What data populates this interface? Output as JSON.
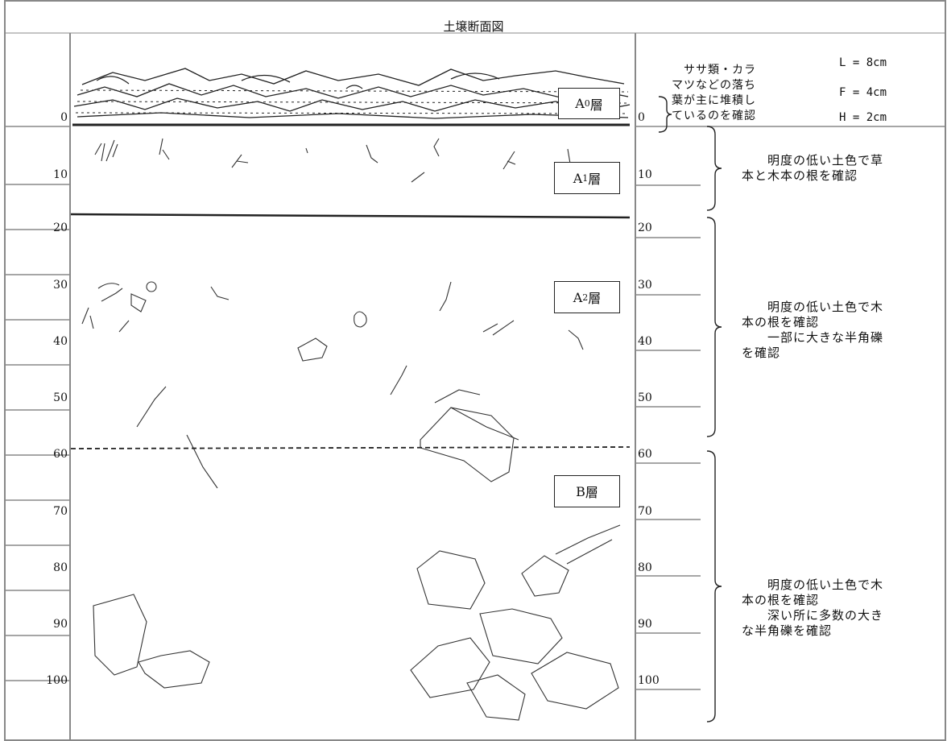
{
  "title": "土壌断面図",
  "layers": [
    {
      "id": "a0",
      "main": "A",
      "sub": "0",
      "suffix": "層"
    },
    {
      "id": "a1",
      "main": "A",
      "sub": "1",
      "suffix": "層"
    },
    {
      "id": "a2",
      "main": "A",
      "sub": "2",
      "suffix": "層"
    },
    {
      "id": "b",
      "main": "B",
      "sub": "",
      "suffix": "層"
    }
  ],
  "scale_left": [
    "0",
    "10",
    "20",
    "30",
    "40",
    "50",
    "60",
    "70",
    "80",
    "90",
    "100"
  ],
  "scale_right": [
    "0",
    "10",
    "20",
    "30",
    "40",
    "50",
    "60",
    "70",
    "80",
    "90",
    "100"
  ],
  "descriptions": {
    "a0": "　ササ類・カラ\nマツなどの落ち\n葉が主に堆積し\nているのを確認",
    "a0_values": [
      "L = 8cm",
      "F = 4cm",
      "H = 2cm"
    ],
    "a1": "　　明度の低い土色で草\n本と木本の根を確認",
    "a2": "　　明度の低い土色で木\n本の根を確認\n　　一部に大きな半角礫\nを確認",
    "b": "　　明度の低い土色で木\n本の根を確認\n　　深い所に多数の大き\nな半角礫を確認"
  },
  "colors": {
    "line": "#222222",
    "grid": "#888888",
    "border": "#999999"
  }
}
